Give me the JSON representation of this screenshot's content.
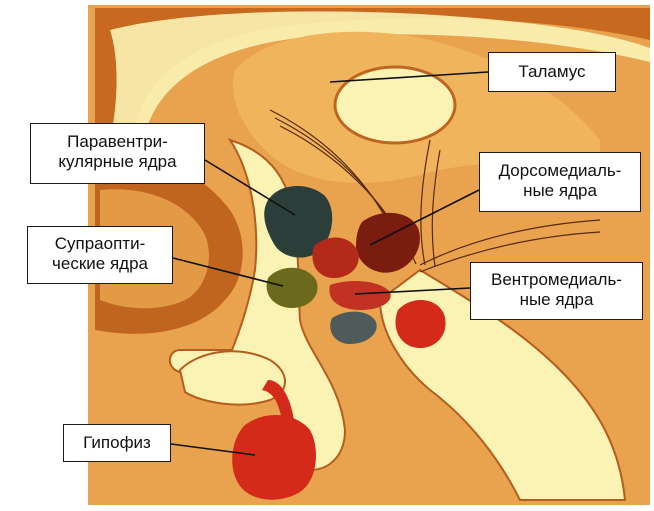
{
  "labels": {
    "thalamus": "Таламус",
    "paraventricular": "Паравентри-\nкулярные ядра",
    "dorsomedial": "Дорсомедиаль-\nные ядра",
    "supraoptic": "Супраопти-\nческие ядра",
    "ventromedial": "Вентромедиаль-\nные ядра",
    "pituitary": "Гипофиз"
  },
  "colors": {
    "background_tan": "#e9a24e",
    "cream": "#fbf3b4",
    "orange_dark": "#c0651f",
    "paraventricular_nucleus": "#2c3e3a",
    "dorsomedial_nucleus": "#7a1c10",
    "supraoptic_nucleus": "#6b6a1c",
    "ventromedial_nucleus": "#c23222",
    "pituitary_red": "#d42a1a"
  }
}
